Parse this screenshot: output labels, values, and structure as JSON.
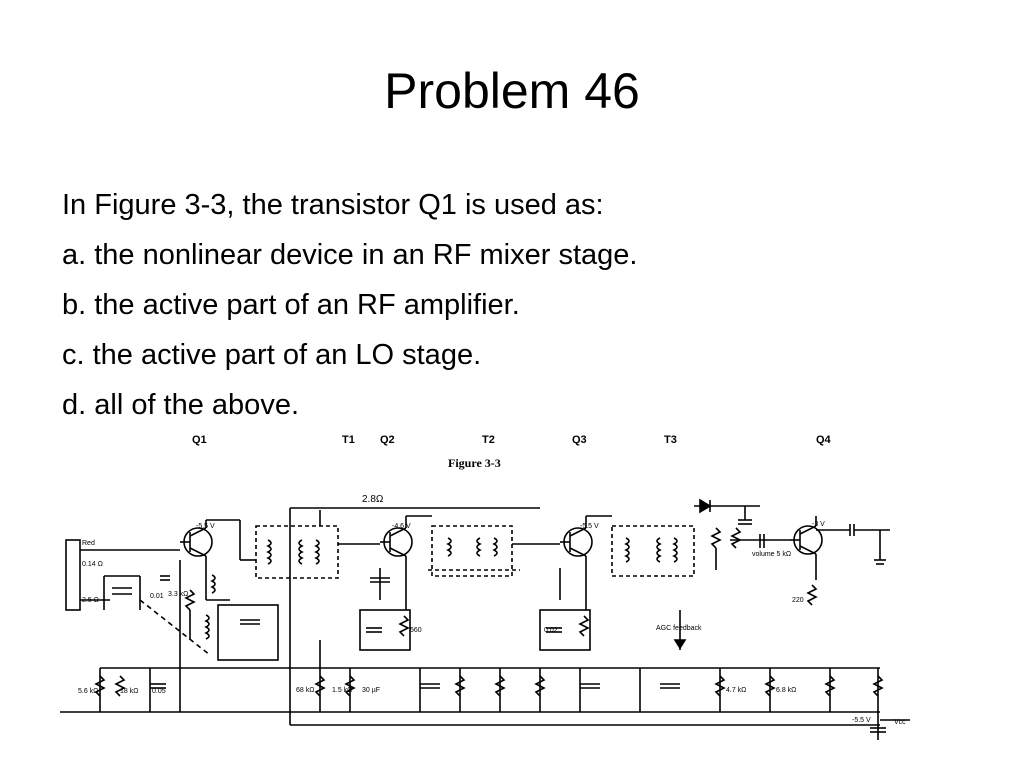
{
  "title": "Problem 46",
  "question": "In Figure 3-3, the transistor Q1 is used as:",
  "options": [
    "a. the nonlinear device in an RF mixer stage.",
    "b. the active part of an RF amplifier.",
    "c. the active part of an LO stage.",
    "d. all of the above."
  ],
  "figure": {
    "caption": "Figure 3-3",
    "transistor_labels": [
      "Q1",
      "T1",
      "Q2",
      "T2",
      "Q3",
      "T3",
      "Q4"
    ],
    "circuit_labels": {
      "r_top": "2.8Ω",
      "q1_v": "-5.5 V",
      "q2_v": "-4.6 V",
      "q3_v": "-5.5 V",
      "q4_v": "-3 V",
      "supply": "-5.5 V",
      "vcc": "Vcc",
      "agc": "AGC feedback",
      "ant": "Red",
      "r_3_3k": "3.3 kΩ",
      "c_0_01": "0.01",
      "r_0_14": "0.14 Ω",
      "r_2_5": "2.5 Ω",
      "r_5_6k": "5.6 kΩ",
      "r_18k": "18 kΩ",
      "c_0_05": "0.05",
      "r_68k": "68 kΩ",
      "r_1_5k": "1.5 kΩ",
      "c_30u": "30 µF",
      "r_560": "560",
      "c_0_02": "0.02",
      "r_4_7k": "4.7 kΩ",
      "r_6_8k": "6.8 kΩ",
      "r_220": "220",
      "r_volume": "volume 5 kΩ"
    }
  }
}
